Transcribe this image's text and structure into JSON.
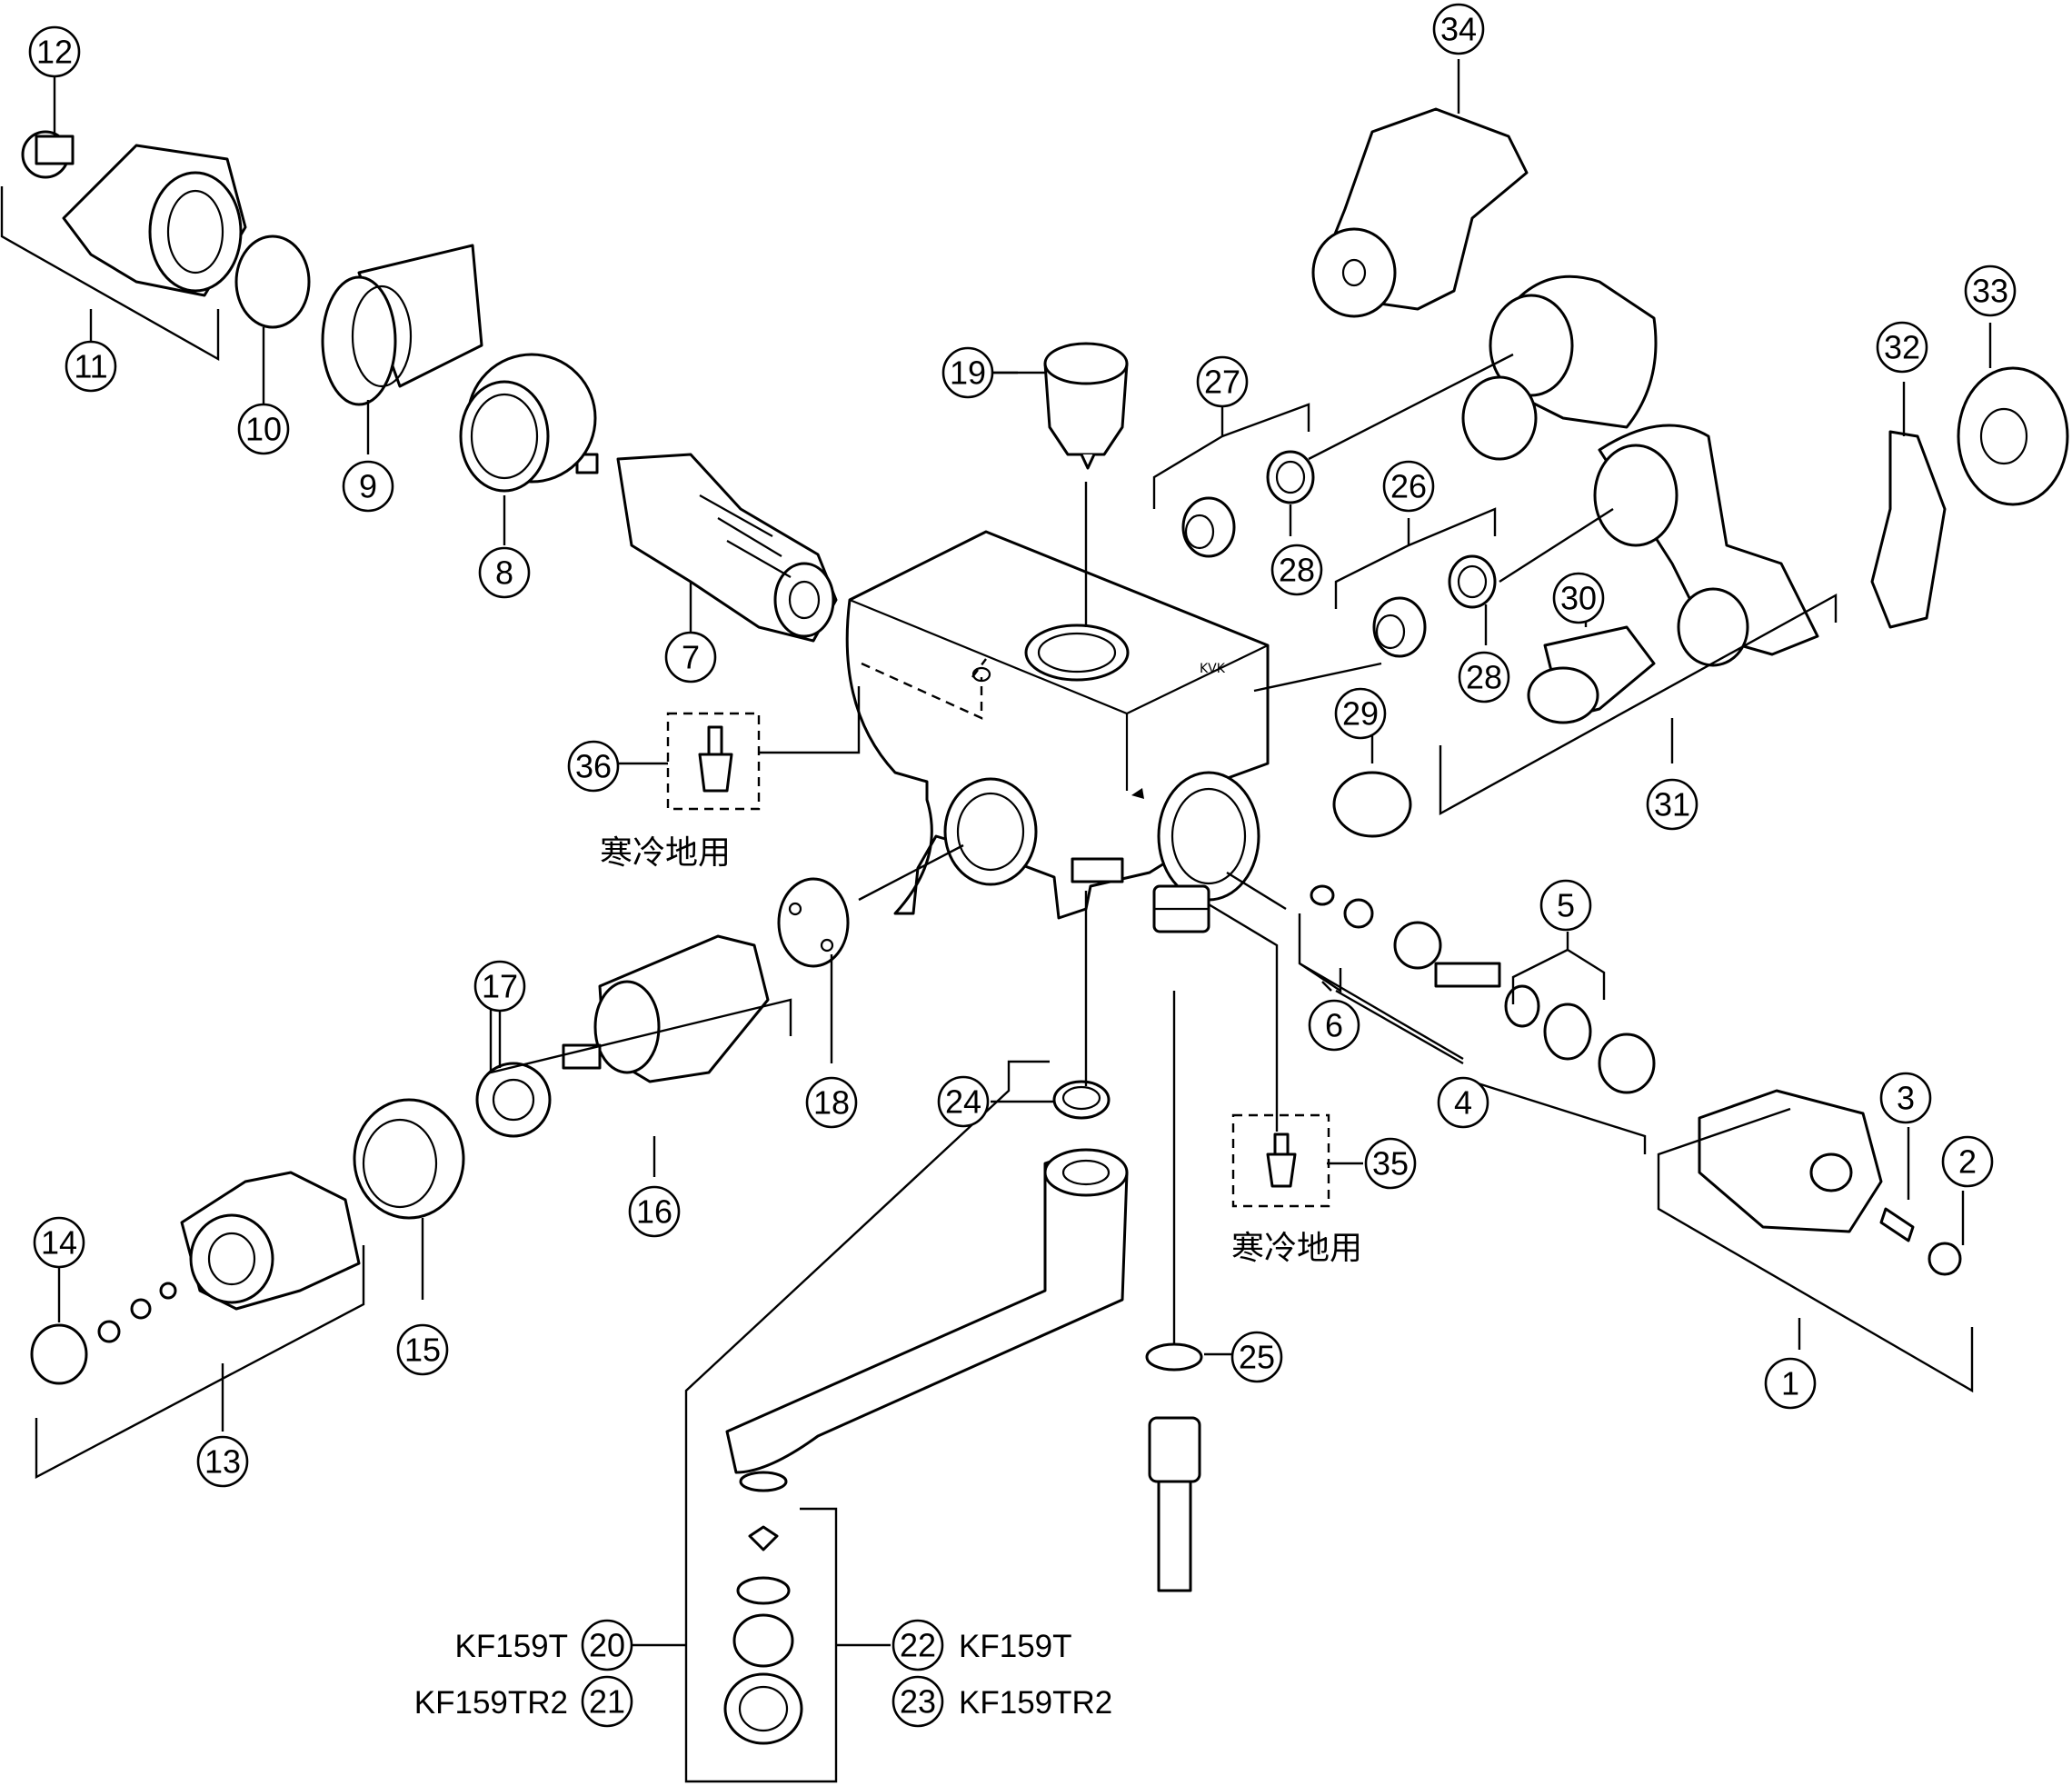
{
  "callouts": [
    "1",
    "2",
    "3",
    "4",
    "5",
    "6",
    "7",
    "8",
    "9",
    "10",
    "11",
    "12",
    "13",
    "14",
    "15",
    "16",
    "17",
    "18",
    "19",
    "20",
    "21",
    "22",
    "23",
    "24",
    "25",
    "26",
    "27",
    "28",
    "29",
    "30",
    "31",
    "32",
    "33",
    "34",
    "35",
    "36"
  ],
  "labels": {
    "cold_region_label_36": "寒冷地用",
    "cold_region_label_35": "寒冷地用"
  },
  "model_labels": {
    "part_20": "KF159T",
    "part_21": "KF159TR2",
    "part_22": "KF159T",
    "part_23": "KF159TR2"
  },
  "body_marking": "KVK"
}
